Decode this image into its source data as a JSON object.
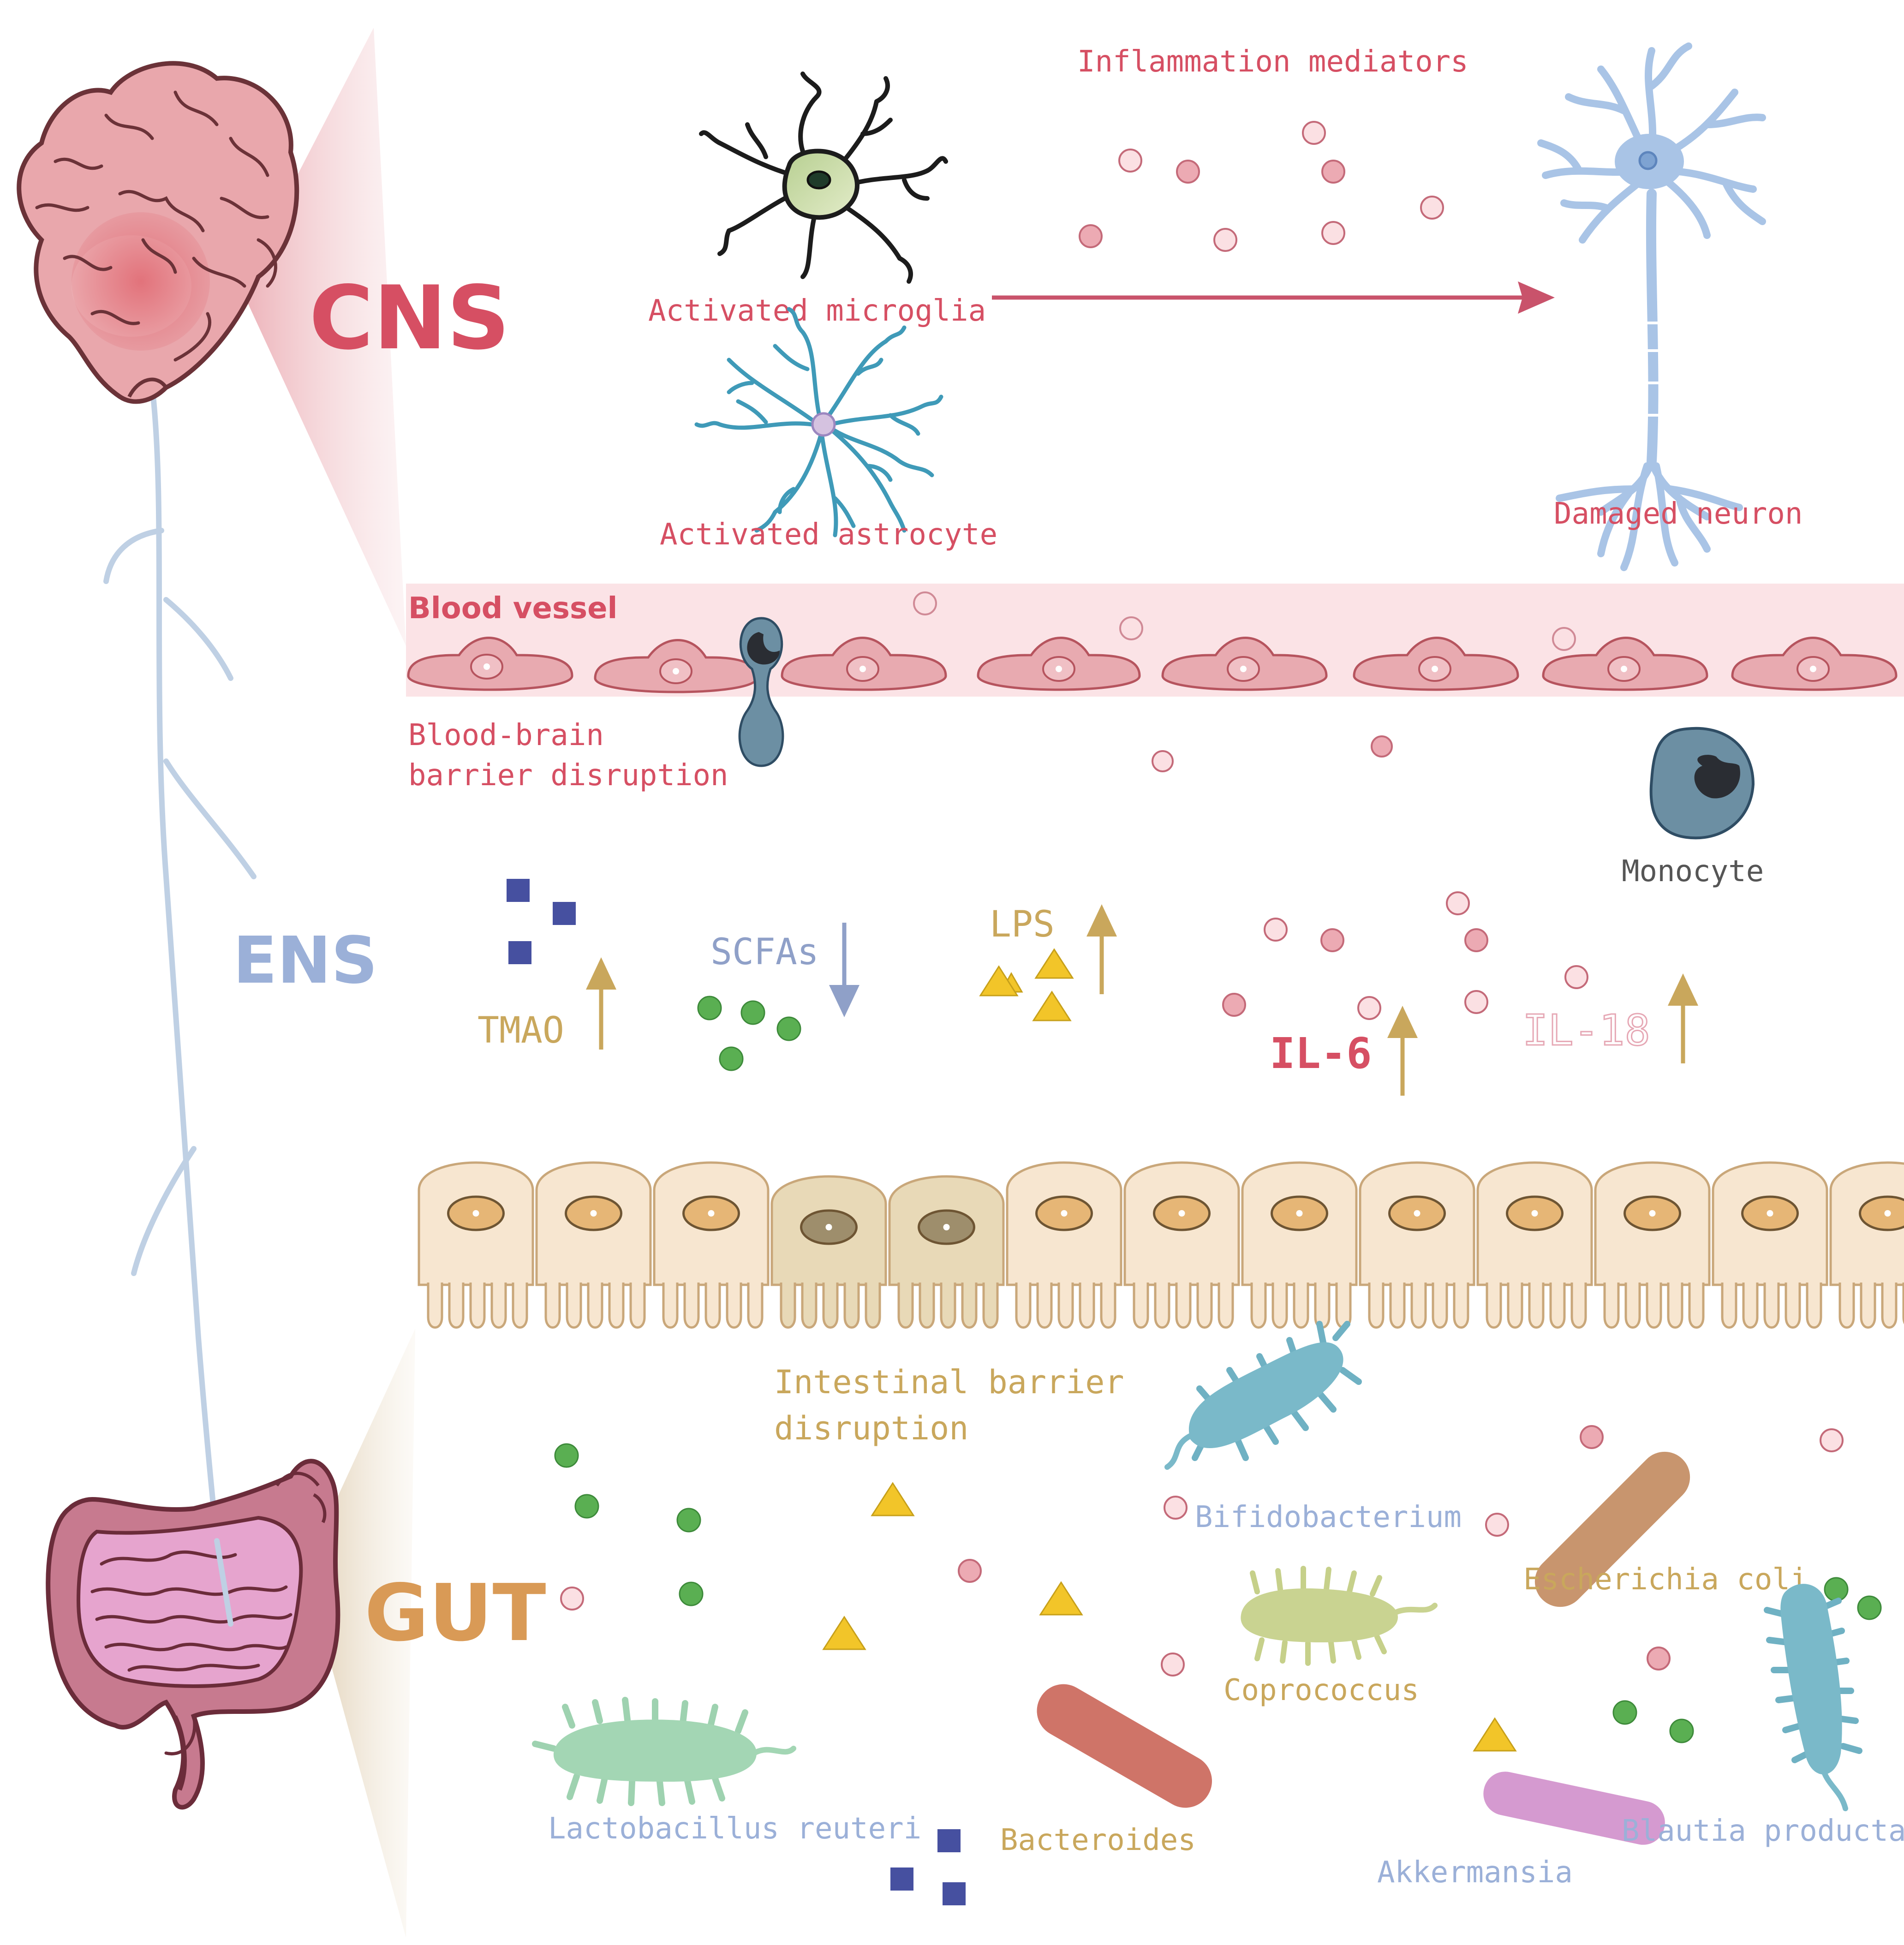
{
  "sections": {
    "cns": "CNS",
    "ens": "ENS",
    "gut": "GUT"
  },
  "cns_panel": {
    "inflammation_mediators": "Inflammation mediators",
    "activated_microglia": "Activated microglia",
    "activated_astrocyte": "Activated astrocyte",
    "damaged_neuron": "Damaged neuron"
  },
  "vessel": {
    "blood_vessel": "Blood vessel",
    "bbb_disruption_line1": "Blood-brain",
    "bbb_disruption_line2": "barrier disruption",
    "monocyte": "Monocyte"
  },
  "metabolites": {
    "tmao": "TMAO",
    "scfas": "SCFAs",
    "lps": "LPS",
    "il6": "IL-6",
    "il18": "IL-18"
  },
  "gut_panel": {
    "intestinal_barrier_line1": "Intestinal barrier",
    "intestinal_barrier_line2": "disruption",
    "bifidobacterium": "Bifidobacterium",
    "escherichia_coli": "Escherichia coli",
    "coprococcus": "Coprococcus",
    "lactobacillus_reuteri": "Lactobacillus reuteri",
    "bacteroides": "Bacteroides",
    "akkermansia": "Akkermansia",
    "blautia_producta": "Blautia producta"
  },
  "colors": {
    "cns_red": "#d64f63",
    "ens_blue": "#9bb0d8",
    "gut_orange": "#d99a56",
    "gold_label": "#c9a75c",
    "grey_label": "#555555",
    "light_pink_label": "#e6a8b5",
    "square_blue": "#4650a0",
    "scfa_green": "#5aaf52",
    "lps_yellow": "#f2c529",
    "arrow_gold": "#c9a75c",
    "arrow_blue": "#8fa0c8",
    "vessel_pink": "#fbe3e6",
    "endothelial_cell": "#e8aab0",
    "epithelial_cell": "#f7e6d0",
    "nucleus_orange": "#e6b676"
  }
}
